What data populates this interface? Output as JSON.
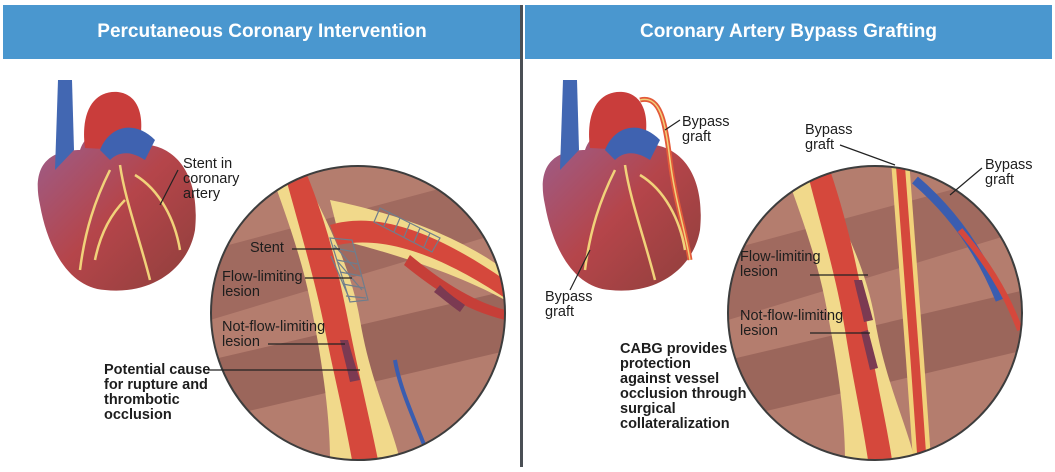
{
  "colors": {
    "banner": "#4a97cf",
    "divider": "#4a4f55",
    "artery": "#d84a3e",
    "vein": "#3b5fae",
    "fat": "#f0d98a",
    "muscle": "#b07a6e"
  },
  "panels": {
    "left": {
      "title": "Percutaneous Coronary Intervention",
      "labels": {
        "stent_in_artery": "Stent in\ncoronary\nartery",
        "stent": "Stent",
        "flow_limiting": "Flow-limiting\nlesion",
        "not_flow_limiting": "Not-flow-limiting\nlesion",
        "potential_cause": "Potential cause\nfor rupture and\nthrombotic\nocclusion"
      }
    },
    "right": {
      "title": "Coronary Artery Bypass Grafting",
      "labels": {
        "bypass_graft_top": "Bypass\ngraft",
        "bypass_graft_center": "Bypass\ngraft",
        "bypass_graft_right": "Bypass\ngraft",
        "bypass_graft_bottom": "Bypass\ngraft",
        "flow_limiting": "Flow-limiting\nlesion",
        "not_flow_limiting": "Not-flow-limiting\nlesion",
        "cabg_protection": "CABG provides\nprotection\nagainst vessel\nocclusion through\nsurgical\ncollateralization"
      }
    }
  }
}
